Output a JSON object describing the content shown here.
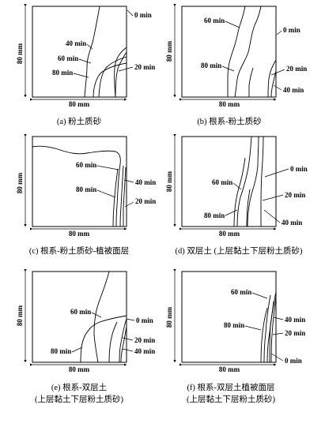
{
  "dimension_label": "80 mm",
  "panels": [
    {
      "caption": "(a) 粉土质砂",
      "labels": [
        "0 min",
        "40 min",
        "60 min",
        "80 min",
        "20 min"
      ]
    },
    {
      "caption": "(b) 根系-粉土质砂",
      "labels": [
        "60 min",
        "0 min",
        "80 min",
        "20 min",
        "40 min"
      ]
    },
    {
      "caption": "(c) 根系-粉土质砂-植被面层",
      "labels": [
        "60 min",
        "40 min",
        "80 min",
        "20 min"
      ]
    },
    {
      "caption": "(d) 双层土 (上层黏土下层粉土质砂)",
      "labels": [
        "0 min",
        "60 min",
        "20 min",
        "80 min",
        "40 min"
      ]
    },
    {
      "caption_line1": "(e) 根系-双层土",
      "caption_line2": "(上层黏土下层粉土质砂)",
      "labels": [
        "60 min",
        "0 min",
        "20 min",
        "80 min",
        "40 min"
      ]
    },
    {
      "caption_line1": "(f) 根系-双层土植被面层",
      "caption_line2": "(上层黏土下层粉土质砂)",
      "labels": [
        "60 min",
        "40 min",
        "80 min",
        "20 min",
        "0 min"
      ]
    }
  ]
}
